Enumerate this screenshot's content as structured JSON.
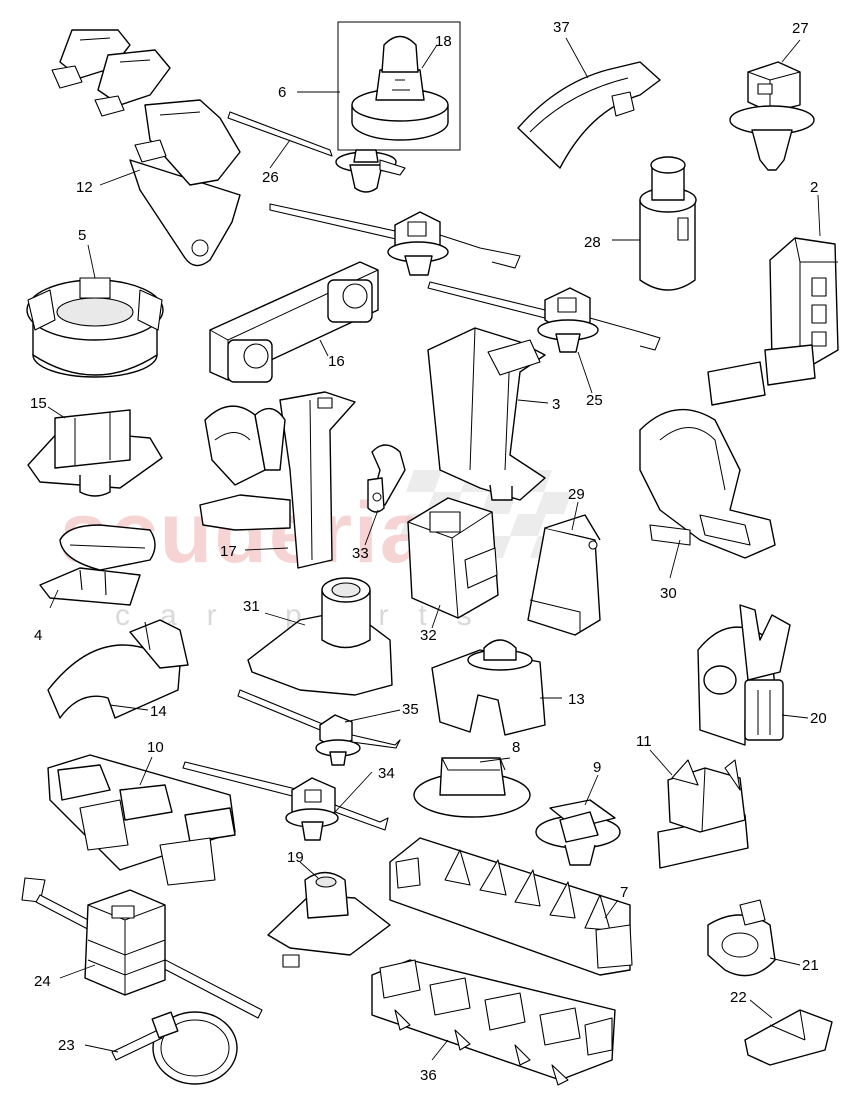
{
  "diagram": {
    "watermark": {
      "brand": "scuderia",
      "sub": "car parts"
    },
    "callouts": [
      "2",
      "3",
      "4",
      "5",
      "6",
      "7",
      "8",
      "9",
      "10",
      "11",
      "12",
      "13",
      "14",
      "15",
      "16",
      "17",
      "18",
      "19",
      "20",
      "21",
      "22",
      "23",
      "24",
      "25",
      "26",
      "27",
      "28",
      "29",
      "30",
      "31",
      "32",
      "33",
      "34",
      "35",
      "36",
      "37"
    ]
  }
}
